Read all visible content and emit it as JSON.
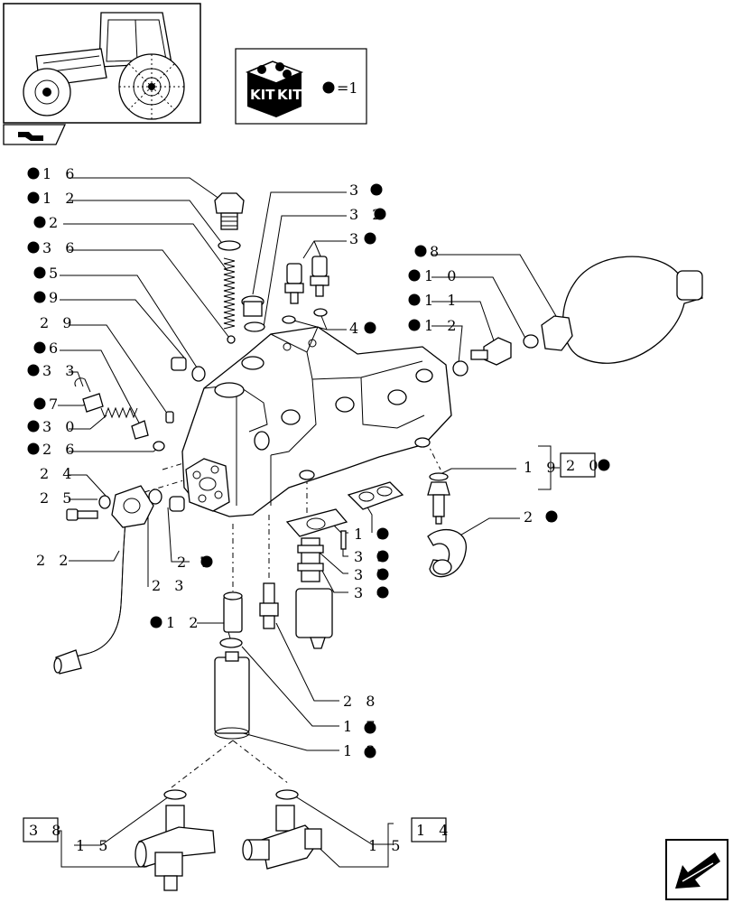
{
  "kit_legend": {
    "kit_word": "KIT",
    "equals": "=1"
  },
  "callouts": [
    {
      "id": "16",
      "text": "1 6",
      "dot": true
    },
    {
      "id": "12a",
      "text": "1 2",
      "dot": true
    },
    {
      "id": "2",
      "text": "2",
      "dot": true
    },
    {
      "id": "36",
      "text": "3 6",
      "dot": true
    },
    {
      "id": "5",
      "text": "5",
      "dot": true
    },
    {
      "id": "9",
      "text": "9",
      "dot": true
    },
    {
      "id": "29",
      "text": "2 9",
      "dot": false
    },
    {
      "id": "6",
      "text": "6",
      "dot": true
    },
    {
      "id": "33",
      "text": "3 3",
      "dot": true
    },
    {
      "id": "7",
      "text": "7",
      "dot": true
    },
    {
      "id": "30",
      "text": "3 0",
      "dot": true
    },
    {
      "id": "26",
      "text": "2 6",
      "dot": true
    },
    {
      "id": "24",
      "text": "2 4",
      "dot": false
    },
    {
      "id": "25",
      "text": "2 5",
      "dot": false
    },
    {
      "id": "22",
      "text": "2 2",
      "dot": false
    },
    {
      "id": "27",
      "text": "2 7",
      "dot": true
    },
    {
      "id": "23",
      "text": "2 3",
      "dot": false
    },
    {
      "id": "12b",
      "text": "1 2",
      "dot": true
    },
    {
      "id": "31",
      "text": "3 1",
      "dot": true
    },
    {
      "id": "32",
      "text": "3 2",
      "dot": true
    },
    {
      "id": "3",
      "text": "3",
      "dot": true
    },
    {
      "id": "4",
      "text": "4",
      "dot": true
    },
    {
      "id": "8",
      "text": "8",
      "dot": true
    },
    {
      "id": "10",
      "text": "1 0",
      "dot": true
    },
    {
      "id": "11",
      "text": "1 1",
      "dot": true
    },
    {
      "id": "12c",
      "text": "1 2",
      "dot": true
    },
    {
      "id": "19",
      "text": "1 9",
      "dot": false
    },
    {
      "id": "20",
      "text": "2 0",
      "dot": true
    },
    {
      "id": "21",
      "text": "2 1",
      "dot": true
    },
    {
      "id": "18",
      "text": "1 8",
      "dot": true
    },
    {
      "id": "35",
      "text": "3 5",
      "dot": true
    },
    {
      "id": "37",
      "text": "3 7",
      "dot": true
    },
    {
      "id": "34",
      "text": "3 4",
      "dot": true
    },
    {
      "id": "28",
      "text": "2 8",
      "dot": false
    },
    {
      "id": "17",
      "text": "1 7",
      "dot": true
    },
    {
      "id": "13",
      "text": "1 3",
      "dot": true
    },
    {
      "id": "15a",
      "text": "1 5",
      "dot": false
    },
    {
      "id": "38",
      "text": "3 8",
      "dot": false
    },
    {
      "id": "15b",
      "text": "1 5",
      "dot": false
    },
    {
      "id": "14",
      "text": "1 4",
      "dot": false
    }
  ],
  "icons": {
    "thumbnail": "tractor-thumbnail-icon",
    "kit": "kit-box-icon",
    "nav_top": "page-arrow-icon",
    "nav_bottom": "next-page-arrow-icon"
  }
}
